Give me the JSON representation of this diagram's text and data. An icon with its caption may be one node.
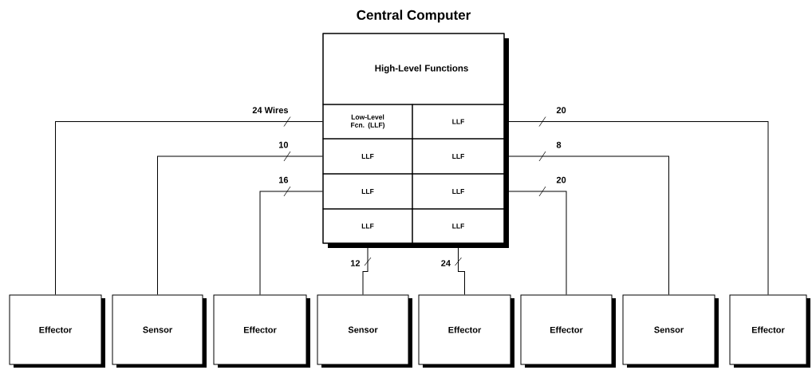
{
  "diagram": {
    "nodes": [
      {
        "text": [
          "Central Computer"
        ]
      },
      {
        "text": [
          "High-Level Functions"
        ],
        "in": 0
      },
      {
        "text": [
          "Low-Level Fcn. (LLF)"
        ],
        "in": 0
      },
      {
        "text": [
          "LLF"
        ],
        "in": 0
      },
      {
        "text": [
          "LLF"
        ],
        "in": 0
      },
      {
        "text": [
          "LLF"
        ],
        "in": 0
      },
      {
        "text": [
          "LLF"
        ],
        "in": 0
      },
      {
        "text": [
          "LLF"
        ],
        "in": 0
      },
      {
        "text": [
          "LLF"
        ],
        "in": 0
      },
      {
        "text": [
          "LLF"
        ],
        "in": 0
      },
      {
        "text": [
          "Effector"
        ]
      },
      {
        "text": [
          "Sensor"
        ]
      },
      {
        "text": [
          "Effector"
        ]
      },
      {
        "text": [
          "Sensor"
        ]
      },
      {
        "text": [
          "Effector"
        ]
      },
      {
        "text": [
          "Effector"
        ]
      },
      {
        "text": [
          "Sensor"
        ]
      },
      {
        "text": [
          "Effector"
        ]
      }
    ],
    "edges": [
      {
        "from": 2,
        "to": 10,
        "arrow": "none",
        "label": "24 Wires"
      },
      {
        "from": 4,
        "to": 11,
        "arrow": "none",
        "label": "10"
      },
      {
        "from": 6,
        "to": 12,
        "arrow": "none",
        "label": "16"
      },
      {
        "from": 8,
        "to": 13,
        "arrow": "none",
        "label": "12"
      },
      {
        "from": 9,
        "to": 14,
        "arrow": "none",
        "label": "24"
      },
      {
        "from": 7,
        "to": 15,
        "arrow": "none",
        "label": "20"
      },
      {
        "from": 5,
        "to": 16,
        "arrow": "none",
        "label": "8"
      },
      {
        "from": 3,
        "to": 17,
        "arrow": "none",
        "label": "20"
      }
    ]
  }
}
